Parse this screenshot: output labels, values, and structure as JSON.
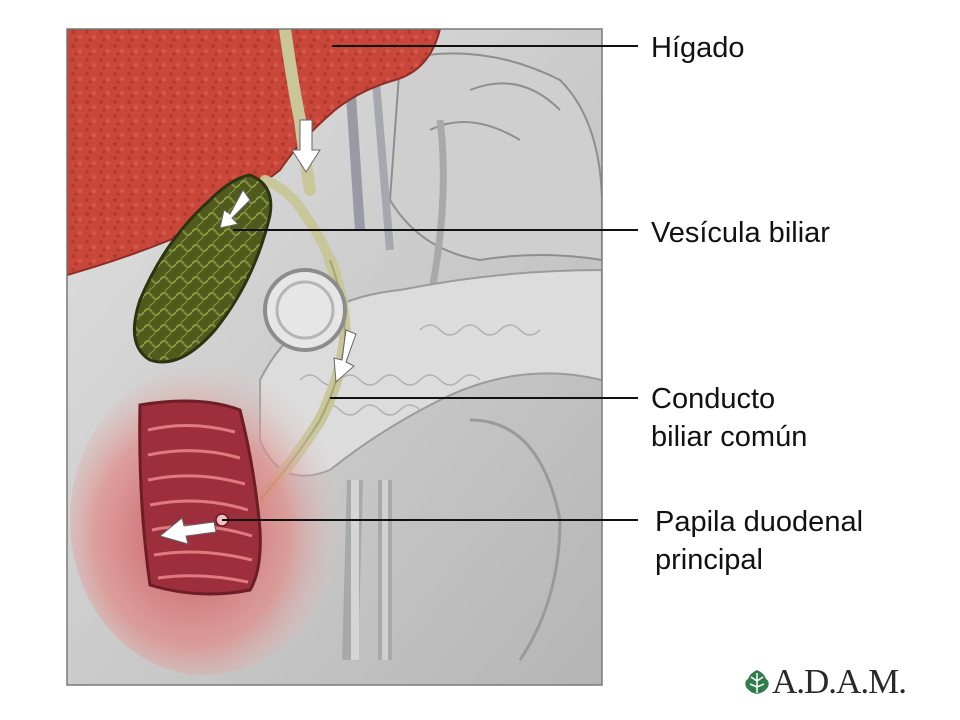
{
  "labels": {
    "liver": "Hígado",
    "gallbladder": "Vesícula biliar",
    "common_bile_duct_line1": "Conducto",
    "common_bile_duct_line2": "biliar común",
    "major_duodenal_papilla_line1": "Papila duodenal",
    "major_duodenal_papilla_line2": "principal"
  },
  "brand": {
    "text": "A.D.A.M.",
    "icon": "leaf-icon"
  },
  "colors": {
    "background": "#ffffff",
    "liver": "#c8473a",
    "gallbladder": "#5f6a24",
    "duodenum": "#b8404a",
    "bile_duct": "#c9c79a",
    "tissue": "#c9c9c9",
    "leader_line": "#111111",
    "brand_leaf": "#2e7d4b"
  }
}
